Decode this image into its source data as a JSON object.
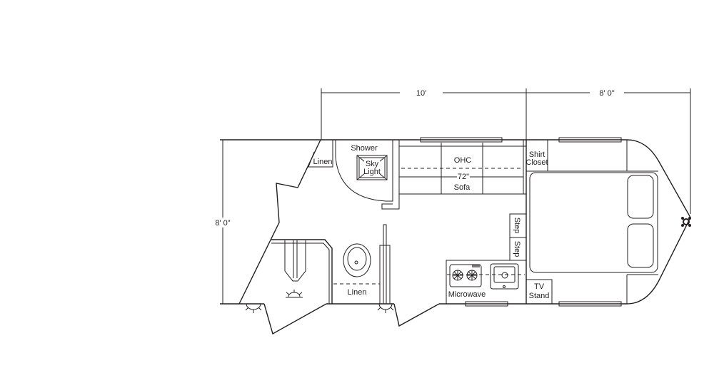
{
  "dimensions": {
    "top_left": "10'",
    "top_right": "8' 0\"",
    "height": "8' 0\""
  },
  "labels": {
    "linen_top": "Linen",
    "shower": "Shower",
    "sky": "Sky",
    "light": "Light",
    "ohc": "OHC",
    "sofa_size": "72\"",
    "sofa": "Sofa",
    "shirt": "Shirt",
    "closet": "Closet",
    "step1": "Step",
    "step2": "Step",
    "linen_bath": "Linen",
    "microwave": "Microwave",
    "tv": "TV",
    "stand": "Stand"
  },
  "colors": {
    "line": "#231f20",
    "background": "#ffffff"
  }
}
